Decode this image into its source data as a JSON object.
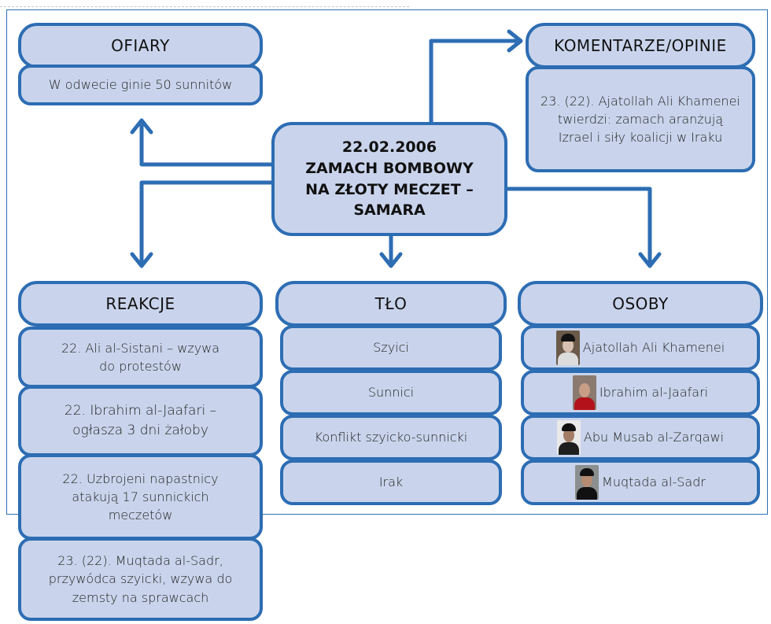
{
  "center": {
    "lines": [
      "22.02.2006",
      "ZAMACH BOMBOWY",
      "NA ZŁOTY MECZET –",
      "SAMARA"
    ]
  },
  "ofiary": {
    "header": "OFIARY",
    "items": [
      "W odwecie ginie 50 sunnitów"
    ]
  },
  "komentarze": {
    "header": "KOMENTARZE/OPINIE",
    "items": [
      "23. (22). Ajatollah Ali Khamenei twierdzi: zamach aranżują Izrael i siły koalicji w Iraku"
    ]
  },
  "reakcje": {
    "header": "REAKCJE",
    "items": [
      "22. Ali al-Sistani – wzywa do protestów",
      "22. Ibrahim al-Jaafari – ogłasza 3 dni żałoby",
      "22. Uzbrojeni napastnicy atakują 17 sunnickich meczetów",
      "23. (22). Muqtada al-Sadr, przywódca szyicki, wzywa do zemsty na sprawcach"
    ]
  },
  "tlo": {
    "header": "TŁO",
    "items": [
      "Szyici",
      "Sunnici",
      "Konflikt szyicko-sunnicki",
      "Irak"
    ]
  },
  "osoby": {
    "header": "OSOBY",
    "items": [
      {
        "name": "Ajatollah Ali Khamenei",
        "icon": "portrait-khamenei-icon"
      },
      {
        "name": "Ibrahim al-Jaafari",
        "icon": "portrait-jaafari-icon"
      },
      {
        "name": "Abu Musab al-Zarqawi",
        "icon": "portrait-zarqawi-icon"
      },
      {
        "name": "Muqtada al-Sadr",
        "icon": "portrait-sadr-icon"
      }
    ]
  },
  "colors": {
    "border": "#2d6db3",
    "fill": "#c9d4ec",
    "arrow": "#2d6db3"
  }
}
